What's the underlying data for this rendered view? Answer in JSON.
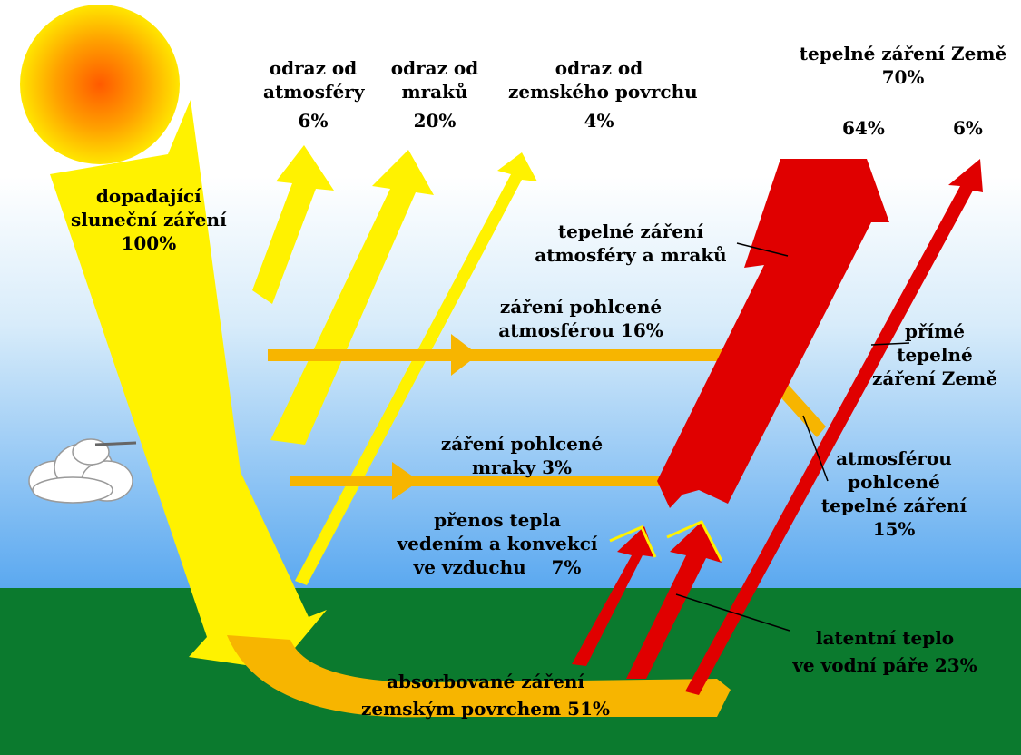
{
  "colors": {
    "sky_top": "#ffffff",
    "sky_mid": "#d8ecfa",
    "sky_bottom": "#5aa8f0",
    "ground": "#0b7a2e",
    "solar": "#fff200",
    "absorbed": "#f7b500",
    "thermal": "#e00000",
    "sun_core": "#ff5a00",
    "sun_edge": "#ffe600"
  },
  "labels": {
    "incoming": [
      "dopadající",
      "sluneční záření",
      "100%"
    ],
    "refl_atmosphere": [
      "odraz od",
      "atmosféry",
      "6%"
    ],
    "refl_clouds": [
      "odraz od",
      "mraků",
      "20%"
    ],
    "refl_surface": [
      "odraz od",
      "zemského povrchu",
      "4%"
    ],
    "earth_thermal_total": [
      "tepelné záření Země",
      "70%"
    ],
    "pct_64": "64%",
    "pct_6": "6%",
    "atm_cloud_thermal": [
      "tepelné záření",
      "atmosféry a mraků"
    ],
    "absorbed_atmosphere": [
      "záření pohlcené",
      "atmosférou 16%"
    ],
    "direct_thermal": [
      "přímé",
      "tepelné",
      "záření Země"
    ],
    "absorbed_clouds": [
      "záření pohlcené",
      "mraky 3%"
    ],
    "conduction": [
      "přenos tepla",
      "vedením a konvekcí",
      "ve vzduchu    7%"
    ],
    "atm_absorbed_thermal": [
      "atmosférou",
      "pohlcené",
      "tepelné záření",
      "15%"
    ],
    "latent_heat": [
      "latentní teplo",
      "ve vodní páře 23%"
    ],
    "surface_absorbed": [
      "absorbované záření",
      "zemským povrchem 51%"
    ]
  }
}
